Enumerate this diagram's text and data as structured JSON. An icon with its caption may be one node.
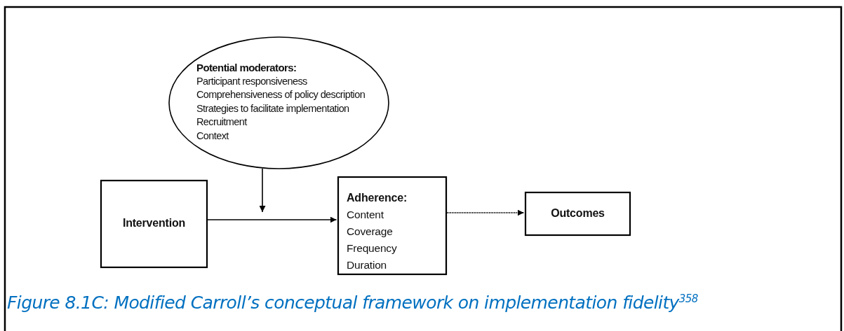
{
  "diagram": {
    "caption": "Figure 8.1C: Modified Carroll’s conceptual framework on implementation fidelity$^{358}$",
    "nodes": [
      {
        "text": [
          "Potential moderators:",
          "Participant responsiveness",
          "Comprehensiveness of policy description",
          "Strategies to facilitate implementation",
          "Recruitment",
          "Context"
        ]
      },
      {
        "text": [
          "Intervention"
        ]
      },
      {
        "text": [
          "Adherence:",
          "Content",
          "Coverage",
          "Frequency",
          "Duration"
        ]
      },
      {
        "text": [
          "Outcomes"
        ]
      }
    ],
    "edges": [
      {
        "from": 1,
        "to": 2,
        "arrow": "to"
      },
      {
        "from": 0,
        "to": null,
        "arrow": "to"
      },
      {
        "from": 2,
        "to": 3,
        "arrow": "to",
        "style": "dashed"
      }
    ]
  }
}
